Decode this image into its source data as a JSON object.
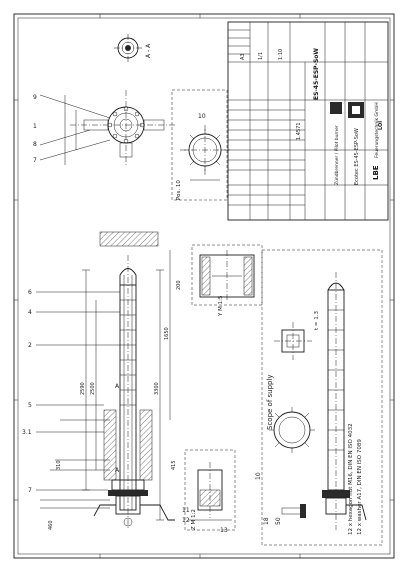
{
  "title_block": {
    "company": "LBE",
    "company_full": "Feuerungstechnik GmbH",
    "drawing_title": "Ecotec ES-45-ESP-SoW",
    "drawing_subtitle": "Zündbrenner / Pilot burner",
    "drawing_number": "ES-45-ESP-SoW",
    "scale": "1:10",
    "sheet": "1/1",
    "format": "A3",
    "material": "1.4571",
    "brand": "LOI"
  },
  "labels": {
    "section_aa": "A - A",
    "pos_10": "Pos. 10",
    "view_y": "Y M 1:5",
    "view_z": "Z M 1:2",
    "scope": "Scope of supply",
    "ratio": "t = 1.3",
    "note_hex": "12 x hexagon nut M16, DIN EN ISO 4032",
    "note_washer": "12 x washer A17, DIN EN ISO 7089",
    "dim_length": "2500",
    "dim_total": "3300",
    "dim_1": "2590",
    "dim_2": "1650",
    "dim_3": "415",
    "dim_4": "310",
    "dim_5": "460",
    "dim_6": "200",
    "dim_7": "18",
    "dim_8": "50",
    "dim_9": "10"
  },
  "balloons": [
    "9",
    "1",
    "8",
    "7",
    "6",
    "4",
    "2",
    "5",
    "3.1",
    "7",
    "10",
    "11",
    "12",
    "13"
  ],
  "section_marks": [
    "A",
    "A"
  ]
}
